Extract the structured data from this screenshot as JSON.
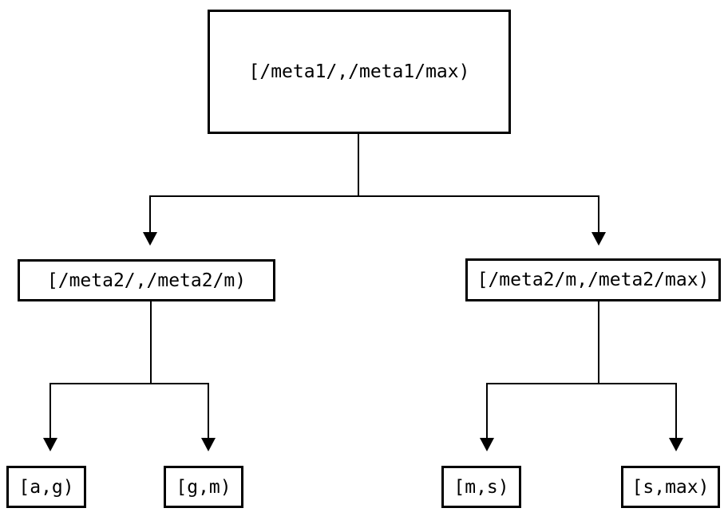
{
  "diagram": {
    "type": "tree",
    "colors": {
      "line": "#000000",
      "text": "#000000",
      "background": "#ffffff"
    },
    "nodes": {
      "root": {
        "label": "[/meta1/,/meta1/max)"
      },
      "mid_left": {
        "label": "[/meta2/,/meta2/m)"
      },
      "mid_right": {
        "label": "[/meta2/m,/meta2/max)"
      },
      "leaf_ag": {
        "label": "[a,g)"
      },
      "leaf_gm": {
        "label": "[g,m)"
      },
      "leaf_ms": {
        "label": "[m,s)"
      },
      "leaf_smax": {
        "label": "[s,max)"
      }
    },
    "edges": [
      {
        "from": "root",
        "to": "mid_left"
      },
      {
        "from": "root",
        "to": "mid_right"
      },
      {
        "from": "mid_left",
        "to": "leaf_ag"
      },
      {
        "from": "mid_left",
        "to": "leaf_gm"
      },
      {
        "from": "mid_right",
        "to": "leaf_ms"
      },
      {
        "from": "mid_right",
        "to": "leaf_smax"
      }
    ]
  }
}
